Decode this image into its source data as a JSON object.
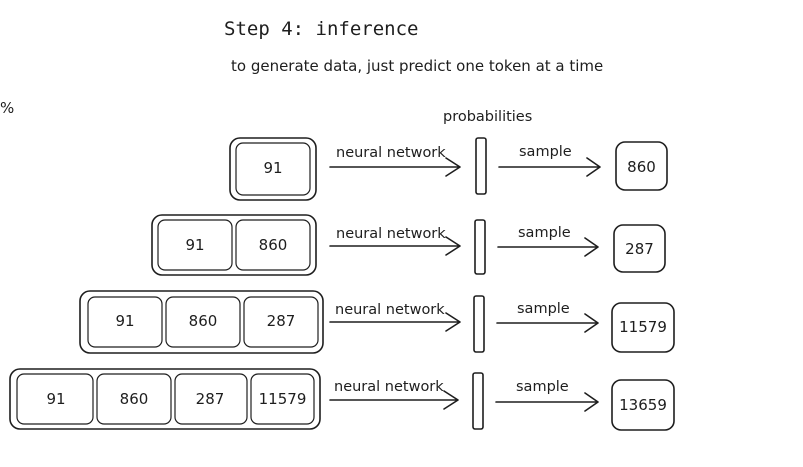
{
  "title": "Step 4: inference",
  "subtitle": "to generate data, just predict one token at a time",
  "edge_mark": "%",
  "probabilities_label": "probabilities",
  "nn_label": "neural network",
  "sample_label": "sample",
  "rows": [
    {
      "context": [
        "91"
      ],
      "output": "860"
    },
    {
      "context": [
        "91",
        "860"
      ],
      "output": "287"
    },
    {
      "context": [
        "91",
        "860",
        "287"
      ],
      "output": "11579"
    },
    {
      "context": [
        "91",
        "860",
        "287",
        "11579"
      ],
      "output": "13659"
    }
  ]
}
